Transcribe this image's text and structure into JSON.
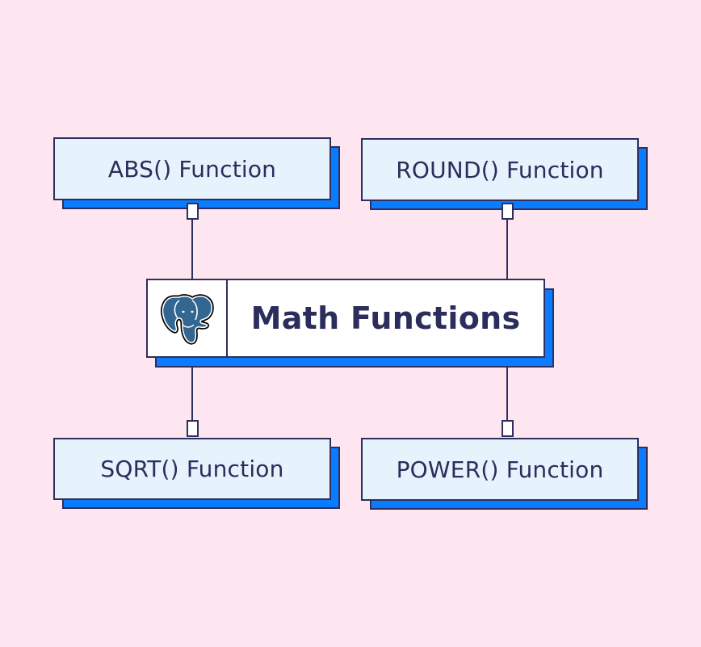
{
  "diagram": {
    "title": "Math Functions",
    "logo": "postgresql-elephant-icon",
    "nodes": [
      {
        "id": "abs",
        "label": "ABS() Function",
        "position": "top-left"
      },
      {
        "id": "round",
        "label": "ROUND() Function",
        "position": "top-right"
      },
      {
        "id": "sqrt",
        "label": "SQRT() Function",
        "position": "bottom-left"
      },
      {
        "id": "power",
        "label": "POWER() Function",
        "position": "bottom-right"
      }
    ],
    "edges": [
      {
        "from": "abs",
        "to": "center"
      },
      {
        "from": "round",
        "to": "center"
      },
      {
        "from": "center",
        "to": "sqrt"
      },
      {
        "from": "center",
        "to": "power"
      }
    ]
  },
  "colors": {
    "background": "#fde6f0",
    "node_fill": "#e6f2fc",
    "center_fill": "#ffffff",
    "shadow": "#0a7cff",
    "outline": "#2e2f5e",
    "text": "#2b2d5c",
    "logo_blue": "#336791"
  }
}
